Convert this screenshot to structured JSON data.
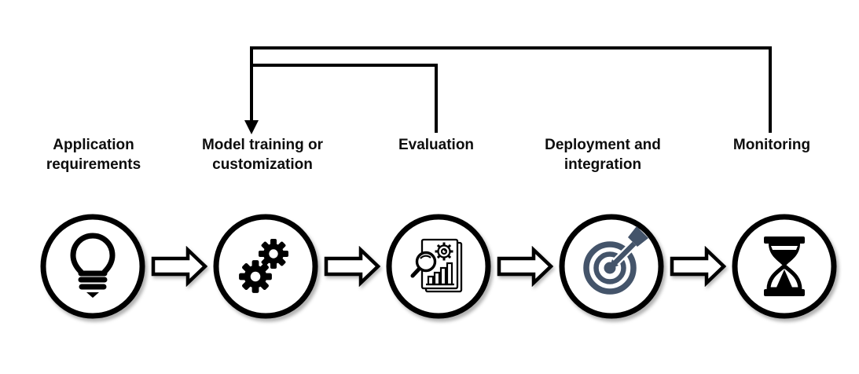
{
  "stages": [
    {
      "id": "application-requirements",
      "label": "Application\nrequirements",
      "icon": "lightbulb-icon"
    },
    {
      "id": "model-training-or-customization",
      "label": "Model training or\ncustomization",
      "icon": "gears-icon"
    },
    {
      "id": "evaluation",
      "label": "Evaluation",
      "icon": "analysis-report-icon"
    },
    {
      "id": "deployment-and-integration",
      "label": "Deployment and\nintegration",
      "icon": "target-icon"
    },
    {
      "id": "monitoring",
      "label": "Monitoring",
      "icon": "hourglass-icon"
    }
  ],
  "flow": [
    {
      "from": "Application requirements",
      "to": "Model training or customization"
    },
    {
      "from": "Model training or customization",
      "to": "Evaluation"
    },
    {
      "from": "Evaluation",
      "to": "Deployment and integration"
    },
    {
      "from": "Deployment and integration",
      "to": "Monitoring"
    }
  ],
  "feedback_loops": [
    {
      "from": "Evaluation",
      "to": "Model training or customization"
    },
    {
      "from": "Monitoring",
      "to": "Model training or customization"
    }
  ],
  "colors": {
    "ink": "#000000",
    "accent": "#44546a",
    "background": "#ffffff",
    "text": "#0d0d0d"
  }
}
